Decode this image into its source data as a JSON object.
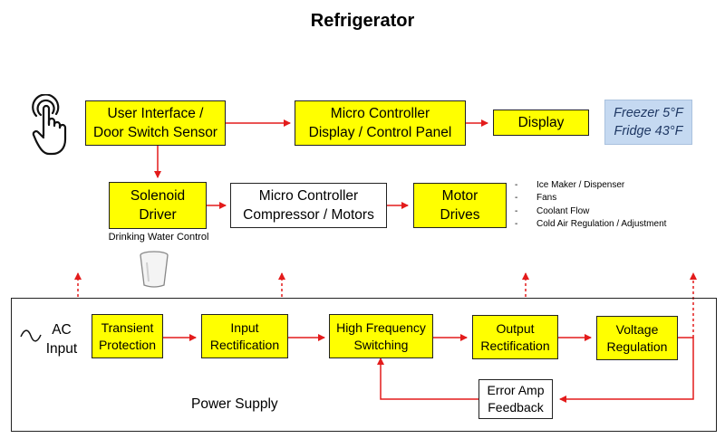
{
  "title": "Refrigerator",
  "nodes": {
    "user_interface": "User Interface /\nDoor Switch Sensor",
    "micro_display": "Micro Controller\nDisplay / Control Panel",
    "display": "Display",
    "readout": "Freezer 5°F\nFridge 43°F",
    "solenoid": "Solenoid\nDriver",
    "micro_compressor": "Micro Controller\nCompressor / Motors",
    "motor_drives": "Motor\nDrives",
    "transient": "Transient\nProtection",
    "input_rect": "Input\nRectification",
    "hf_switching": "High Frequency\nSwitching",
    "output_rect": "Output\nRectification",
    "voltage_reg": "Voltage\nRegulation",
    "error_amp": "Error Amp\nFeedback"
  },
  "labels": {
    "drinking_water": "Drinking Water Control",
    "ac_input": "AC\nInput",
    "power_supply": "Power Supply"
  },
  "motor_outputs": [
    "Ice Maker / Dispenser",
    "Fans",
    "Coolant Flow",
    "Cold Air Regulation / Adjustment"
  ],
  "bullet_dash": "-",
  "colors": {
    "block_fill": "#ffff00",
    "arrow": "#e31b1b",
    "readout_fill": "#c5d9f1"
  },
  "icons": [
    "touch-hand-icon",
    "water-glass-icon",
    "ac-sine-icon"
  ]
}
